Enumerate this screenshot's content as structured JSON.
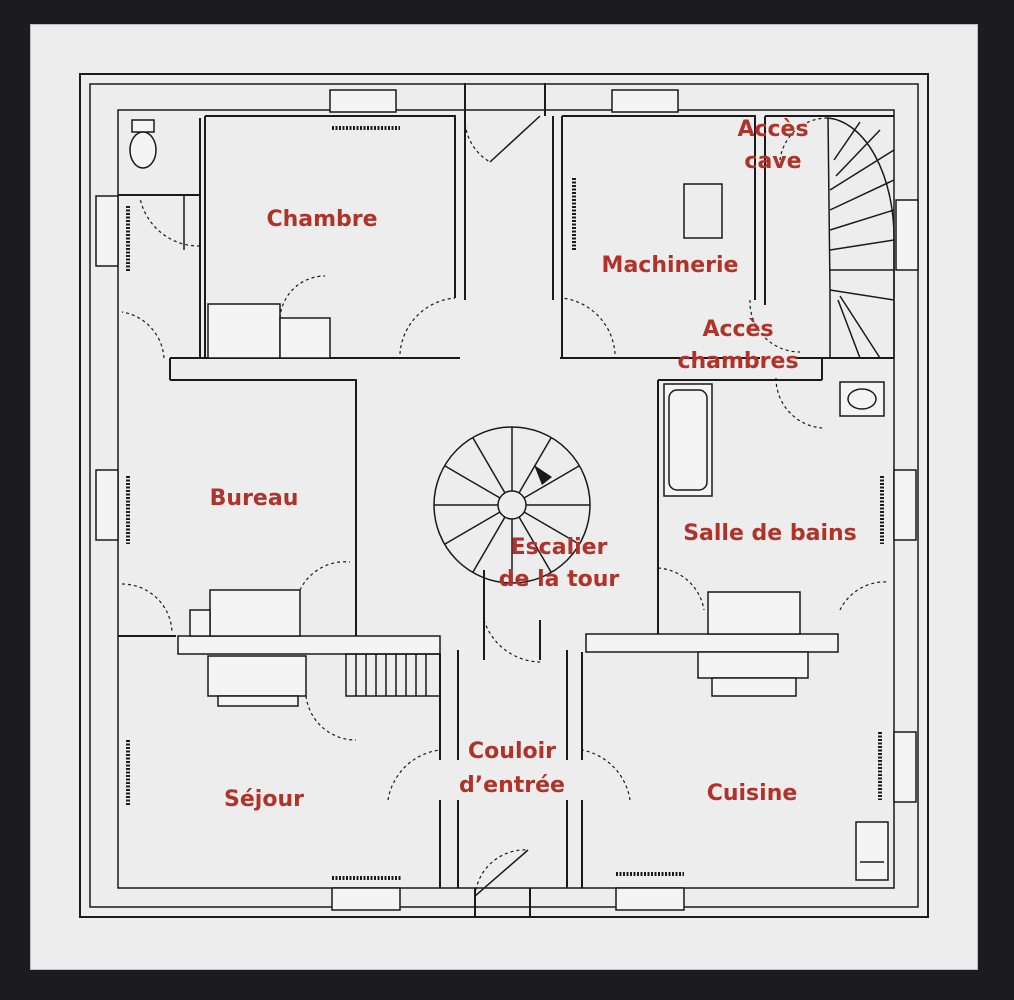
{
  "colors": {
    "background": "#1c1c1e",
    "board": "#ededed",
    "walls": "#1a1a1a",
    "labels": "#b0332a"
  },
  "rooms": {
    "chambre": "Chambre",
    "machinerie": "Machinerie",
    "acces_cave_1": "Accès",
    "acces_cave_2": "cave",
    "acces_chambres_1": "Accès",
    "acces_chambres_2": "chambres",
    "bureau": "Bureau",
    "escalier_1": "Escalier",
    "escalier_2": "de la tour",
    "salle_de_bains": "Salle de bains",
    "couloir_1": "Couloir",
    "couloir_2": "d’entrée",
    "sejour": "Séjour",
    "cuisine": "Cuisine"
  },
  "icons": [
    "toilet-icon",
    "sink-icon",
    "bathtub-icon",
    "stove-icon",
    "spiral-staircase-icon",
    "radiator-icon",
    "door-swing-icon"
  ]
}
